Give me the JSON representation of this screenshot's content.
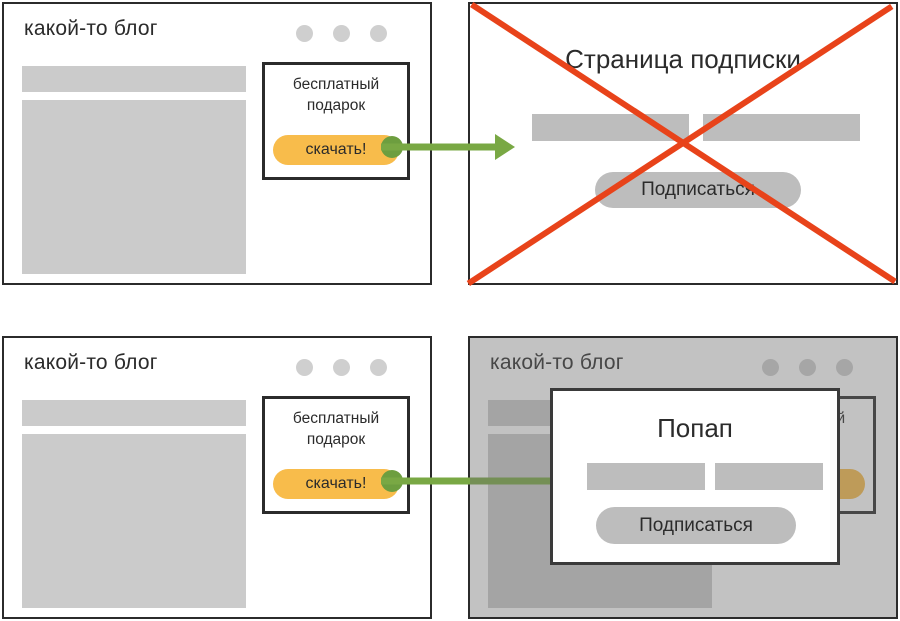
{
  "panels": {
    "top_left": {
      "name": "blog-with-gift-widget",
      "browser_title": "какой-то блог",
      "window_dots": 3,
      "widget": {
        "heading_line1": "бесплатный",
        "heading_line2": "подарок",
        "button_label": "скачать!",
        "button_color": "#f8bc4b"
      }
    },
    "top_right": {
      "name": "subscription-page-rejected",
      "page_title": "Страница подписки",
      "submit_label": "Подписаться",
      "field_count": 2,
      "rejected": true,
      "cross_color": "#e8431a"
    },
    "bottom_left": {
      "name": "blog-with-gift-widget",
      "browser_title": "какой-то блог",
      "window_dots": 3,
      "widget": {
        "heading_line1": "бесплатный",
        "heading_line2": "подарок",
        "button_label": "скачать!",
        "button_color": "#f8bc4b"
      }
    },
    "bottom_right": {
      "name": "blog-with-popup-approved",
      "browser_title": "какой-то блог",
      "window_dots": 3,
      "dimmed": true,
      "widget_peek_text": "ий",
      "popup": {
        "title": "Попап",
        "submit_label": "Подписаться",
        "field_count": 2
      }
    }
  },
  "arrows": {
    "top": {
      "color": "#79a844",
      "from": "download-button",
      "to": "subscription-page"
    },
    "bottom": {
      "color": "#79a844",
      "from": "download-button",
      "to": "popup"
    }
  },
  "colors": {
    "accent_orange": "#f8bc4b",
    "accent_green": "#79a844",
    "reject_red": "#e8431a",
    "placeholder_gray": "#cbcbcb",
    "border_dark": "#2b2b2b"
  }
}
